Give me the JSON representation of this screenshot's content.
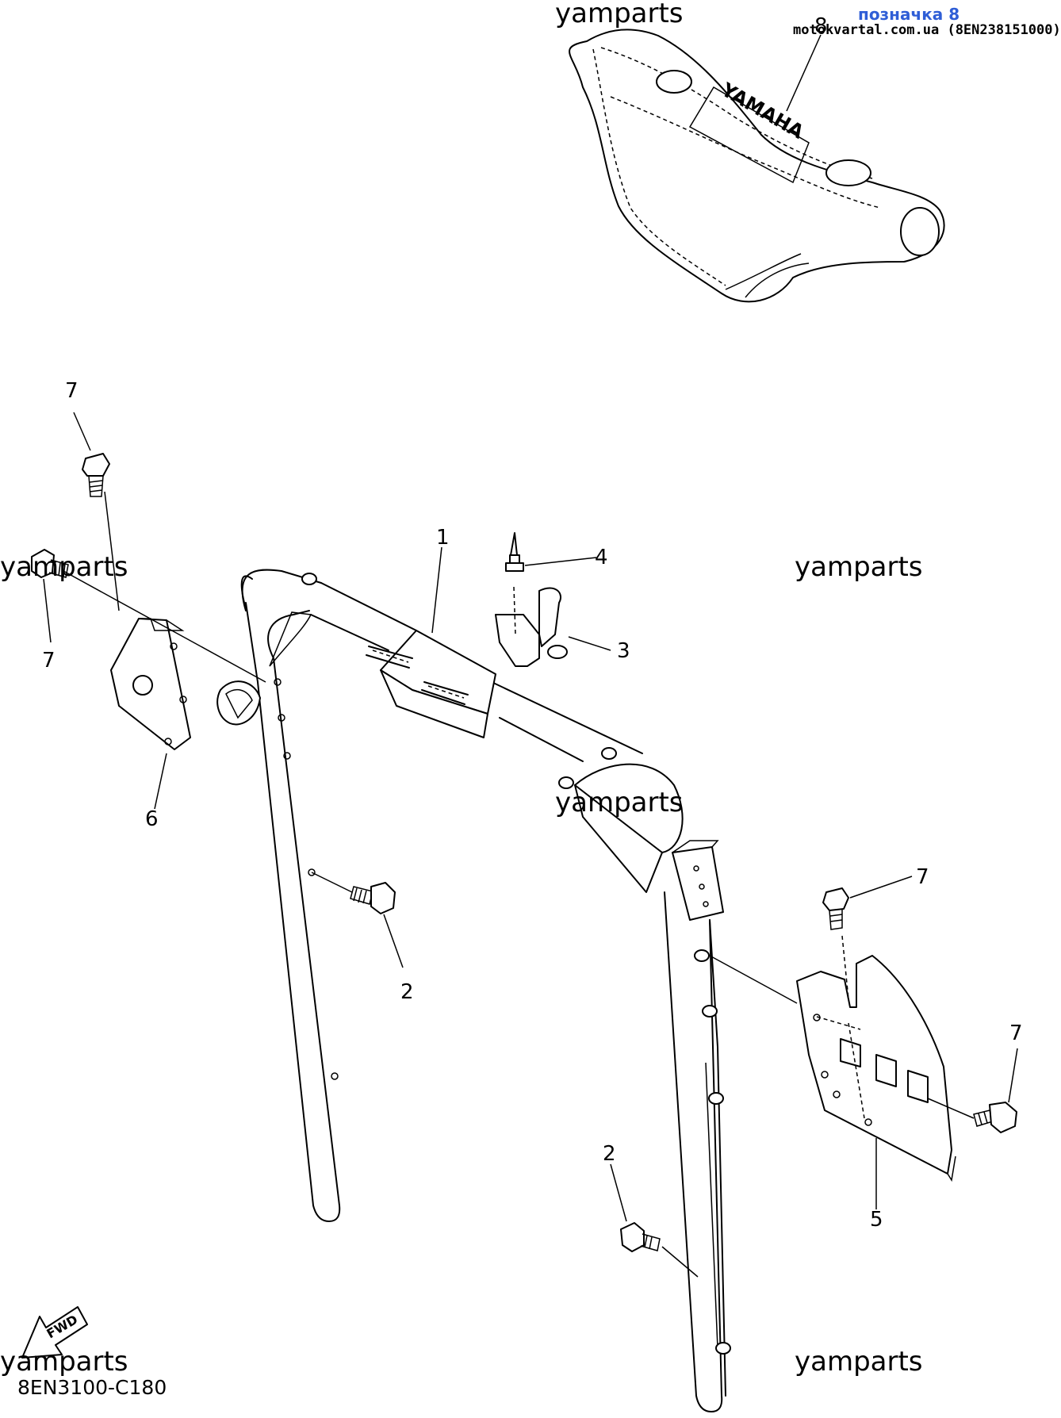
{
  "header": {
    "badge_title": "позначка 8",
    "badge_subtitle": "motokvartal.com.ua (8EN238151000)"
  },
  "watermarks": [
    "yamparts",
    "yamparts",
    "yamparts",
    "yamparts",
    "yamparts",
    "yamparts"
  ],
  "callouts": {
    "c1": "1",
    "c2a": "2",
    "c2b": "2",
    "c3": "3",
    "c4": "4",
    "c5": "5",
    "c6": "6",
    "c7a": "7",
    "c7b": "7",
    "c7c": "7",
    "c7d": "7",
    "c8": "8"
  },
  "handlebar_pad": {
    "brand_text": "YAMAHA"
  },
  "fwd_arrow": {
    "label": "FWD"
  },
  "diagram_code": "8EN3100-C180"
}
